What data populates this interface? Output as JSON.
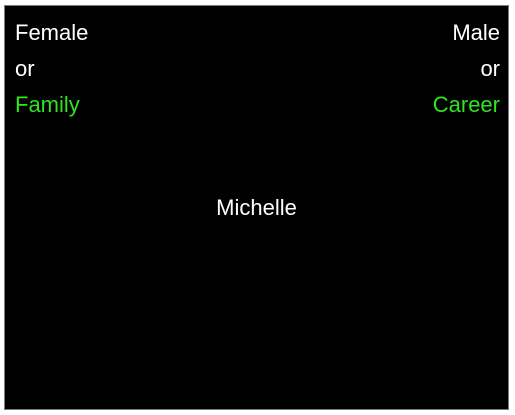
{
  "left_category": {
    "primary": "Female",
    "joiner": "or",
    "secondary": "Family"
  },
  "right_category": {
    "primary": "Male",
    "joiner": "or",
    "secondary": "Career"
  },
  "stimulus_word": "Michelle",
  "colors": {
    "background": "#000000",
    "text": "#ffffff",
    "secondary_category": "#2fe51f",
    "frame_border": "#7a7a7a"
  }
}
